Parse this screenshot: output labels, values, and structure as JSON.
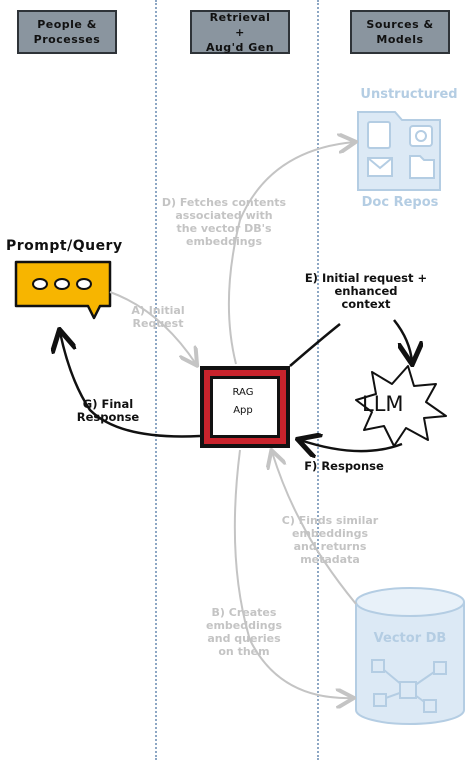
{
  "lanes": [
    {
      "label": "People &\nProcesses"
    },
    {
      "label": "Retrieval\n+\nAug'd Gen"
    },
    {
      "label": "Sources &\nModels"
    }
  ],
  "nodes": {
    "prompt_title": "Prompt/Query",
    "rag_app": "RAG\nApp",
    "llm": "LLM",
    "doc_repos_top": "Unstructured",
    "doc_repos_bottom": "Doc Repos",
    "vector_db": "Vector DB"
  },
  "edges": {
    "a": "A) Initial\nRequest",
    "b": "B) Creates\nembeddings\nand queries\non them",
    "c": "C) Finds similar\nembeddings\nand returns\nmetadata",
    "d": "D) Fetches contents\nassociated with\nthe vector DB's\nembeddings",
    "e": "E) Initial request +\nenhanced\ncontext",
    "f": "F) Response",
    "g": "G) Final\nResponse"
  },
  "colors": {
    "prompt_fill": "#f7b500",
    "rag_border": "#c8232c",
    "lane_header": "#8a959f",
    "inactive": "#c4c4c4",
    "store_fill": "#dce9f5",
    "store_stroke": "#b4cde3"
  }
}
